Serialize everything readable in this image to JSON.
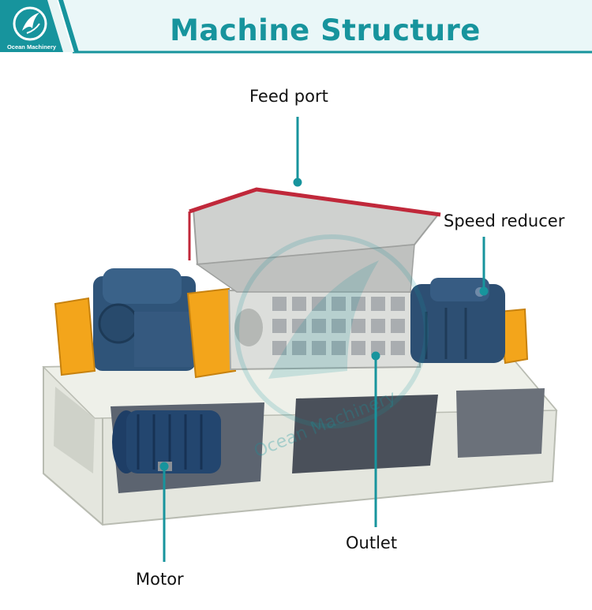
{
  "header": {
    "title": "Machine Structure",
    "logo_text": "Ocean Machinery"
  },
  "labels": {
    "feed_port": "Feed port",
    "speed_reducer": "Speed reducer",
    "outlet": "Outlet",
    "motor": "Motor"
  },
  "watermark": "Ocean Machinery",
  "colors": {
    "accent": "#17949d",
    "header_bg": "#e9f6f7",
    "frame": "#d9dcd4",
    "gearbox": "#2d4f73",
    "bearing": "#f2a31b",
    "hopper": "#c9cbc9",
    "hopper_rim": "#c0283a"
  },
  "icons": {
    "logo": "bird-in-circle-logo"
  }
}
